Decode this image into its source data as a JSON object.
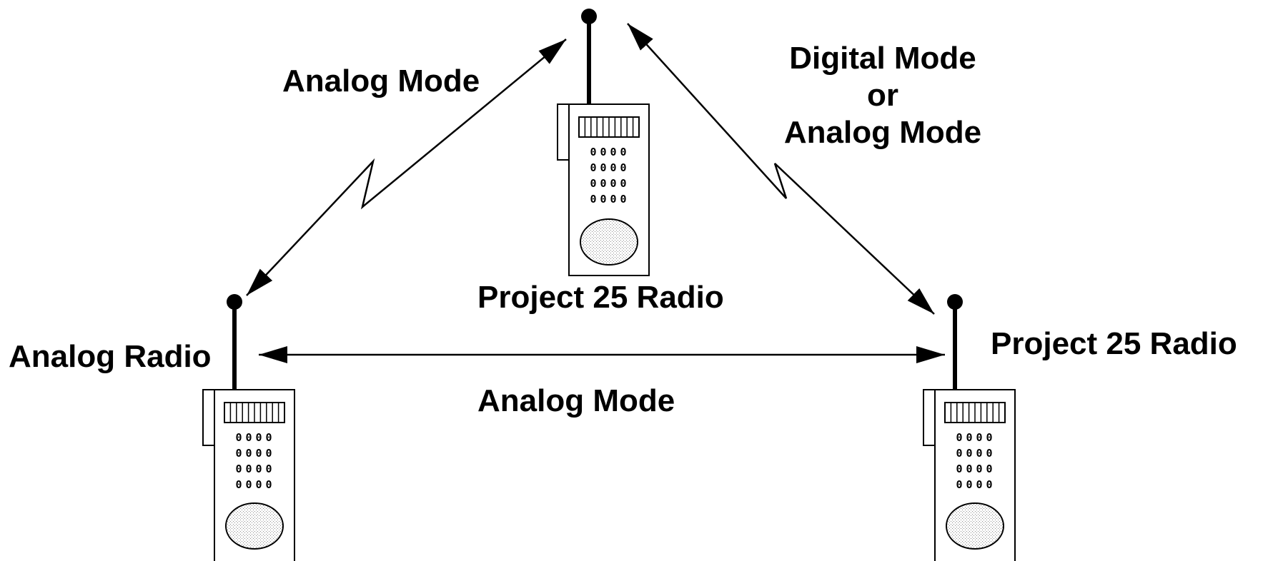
{
  "labels": {
    "top_left_link": "Analog Mode",
    "top_right_link_line1": "Digital Mode",
    "top_right_link_line2": "or",
    "top_right_link_line3": "Analog Mode",
    "top_radio": "Project 25 Radio",
    "left_radio": "Analog Radio",
    "right_radio": "Project 25 Radio",
    "bottom_link": "Analog Mode"
  },
  "keypad_digit": "0",
  "colors": {
    "stroke": "#000000",
    "background": "#ffffff",
    "speaker_fill": "#dddddd"
  }
}
